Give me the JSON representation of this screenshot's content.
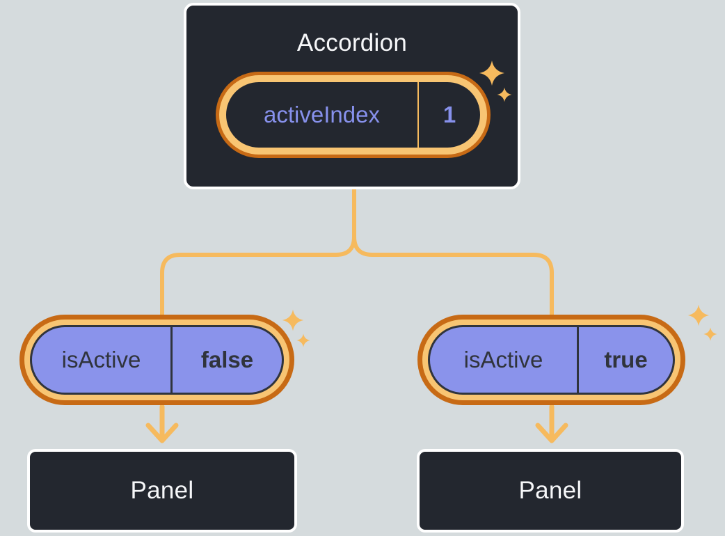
{
  "colors": {
    "bg": "#D5DBDD",
    "box-dark": "#23272F",
    "box-border": "#FFFFFF",
    "title-text": "#F6F7F9",
    "periwinkle": "#8791EC",
    "purple-fill": "#8A93EB",
    "dark-text": "#30343C",
    "orange-dark": "#C76A15",
    "orange-light": "#F8C573",
    "orange-line": "#F6BA5E"
  },
  "root": {
    "title": "Accordion",
    "prop_name": "activeIndex",
    "prop_value": "1"
  },
  "left_child": {
    "prop_name": "isActive",
    "prop_value": "false",
    "panel_label": "Panel"
  },
  "right_child": {
    "prop_name": "isActive",
    "prop_value": "true",
    "panel_label": "Panel"
  }
}
